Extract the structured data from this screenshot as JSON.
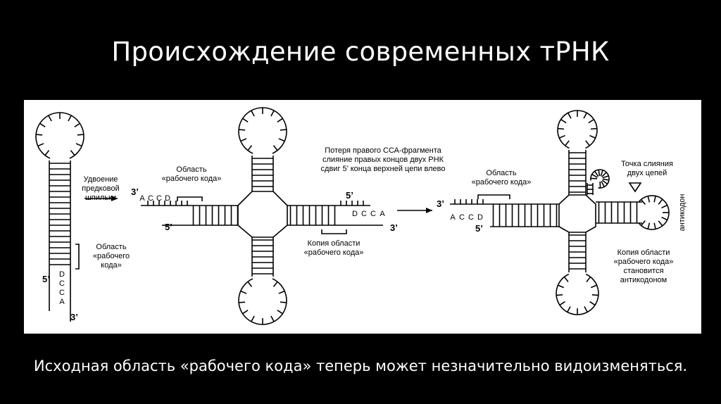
{
  "slide": {
    "title": "Происхождение современных тРНК",
    "caption": "Исходная область «рабочего кода» теперь может незначительно видоизменяться."
  },
  "figure": {
    "panel1": {
      "label_region": [
        "Область",
        "«рабочего",
        "кода»"
      ],
      "end5": "5’",
      "end3": "3’",
      "tail": [
        "D",
        "C",
        "C",
        "A"
      ]
    },
    "arrow1_text": [
      "Удвоение",
      "предковой",
      "шпильки"
    ],
    "panel2": {
      "label_region": [
        "Область",
        "«рабочего кода»"
      ],
      "left_3": "3’",
      "left_5": "5’",
      "left_tail": [
        "A",
        "C",
        "C",
        "D"
      ],
      "right_5": "5’",
      "right_3": "3’",
      "right_tail": [
        "D",
        "C",
        "C",
        "A"
      ],
      "label_copy": [
        "Копия области",
        "«рабочего кода»"
      ]
    },
    "arrow2_text": [
      "Потеря правого ССА-фрагмента",
      "слияние правых концов двух РНК",
      "сдвиг 5’ конца верхней цепи влево"
    ],
    "panel3": {
      "label_region": [
        "Область",
        "«рабочего кода»"
      ],
      "left_3": "3’",
      "left_5": "5’",
      "left_tail": [
        "A",
        "C",
        "C",
        "D"
      ],
      "label_fusion": [
        "Точка слияния",
        "двух цепей"
      ],
      "label_anticodon": "антикодон",
      "label_copy": [
        "Копия области",
        "«рабочего кода»",
        "становится",
        "антикодоном"
      ]
    }
  }
}
